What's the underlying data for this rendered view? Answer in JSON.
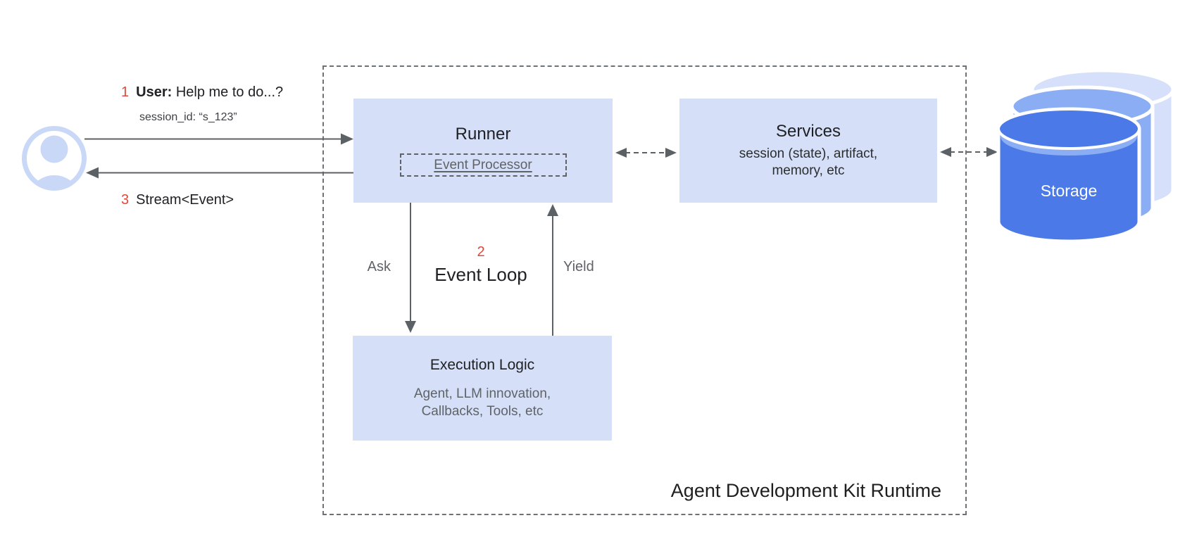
{
  "user_request": {
    "number": "1",
    "speaker": "User:",
    "text": "Help me to do...?",
    "session": "session_id: “s_123”"
  },
  "stream_response": {
    "number": "3",
    "text": "Stream<Event>"
  },
  "runtime": {
    "title": "Agent Development Kit Runtime",
    "runner": {
      "title": "Runner",
      "event_processor": "Event Processor"
    },
    "services": {
      "title": "Services",
      "desc_line1": "session (state), artifact,",
      "desc_line2": "memory, etc"
    },
    "execution_logic": {
      "title": "Execution Logic",
      "desc_line1": "Agent, LLM innovation,",
      "desc_line2": "Callbacks, Tools, etc"
    },
    "event_loop": {
      "number": "2",
      "title": "Event Loop",
      "ask_label": "Ask",
      "yield_label": "Yield"
    }
  },
  "storage": {
    "title": "Storage"
  },
  "colors": {
    "box_fill": "#d5e0f8",
    "accent_red": "#e2483d",
    "arrow_gray": "#5c6166",
    "label_gray": "#5f6368",
    "dashed_border": "#6d7276",
    "avatar_blue": "#c9d8f7",
    "cylinder_front": "#4b7ae8",
    "cylinder_middle": "#8badf4",
    "cylinder_back": "#d6e0fb",
    "storage_text": "#ffffff",
    "text_dark": "#202124"
  }
}
